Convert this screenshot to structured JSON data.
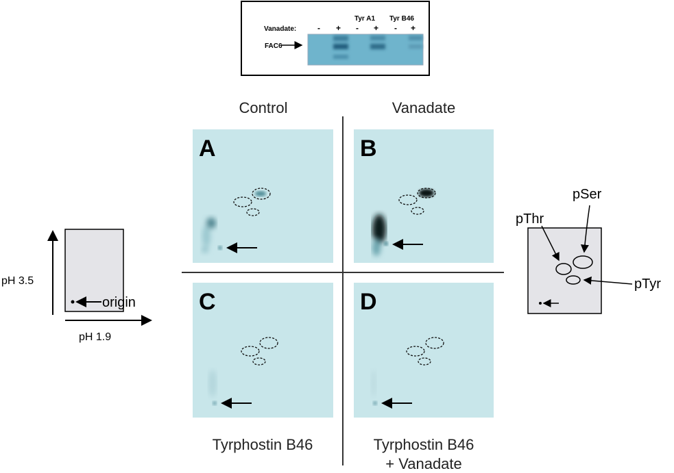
{
  "blot": {
    "treatment_row_label": "Vanadate:",
    "lanes": [
      "-",
      "+",
      "-",
      "+",
      "-",
      "+"
    ],
    "group_labels": [
      "Tyr  A1",
      "Tyr  B46"
    ],
    "band_label": "FAC6"
  },
  "columns": {
    "control": "Control",
    "vanadate": "Vanadate"
  },
  "panels": [
    {
      "letter": "A"
    },
    {
      "letter": "B"
    },
    {
      "letter": "C",
      "caption": "Tyrphostin B46"
    },
    {
      "letter": "D",
      "caption": "Tyrphostin B46",
      "caption2": "+  Vanadate"
    }
  ],
  "left_key": {
    "y_axis": "pH 3.5",
    "x_axis": "pH 1.9",
    "origin": "origin"
  },
  "right_key": {
    "pthr": "pThr",
    "pser": "pSer",
    "ptyr": "pTyr"
  },
  "colors": {
    "tlc_bg": "#c8e6ea",
    "blot": "#6fb4cc",
    "key_box": "#e4e4e8"
  }
}
